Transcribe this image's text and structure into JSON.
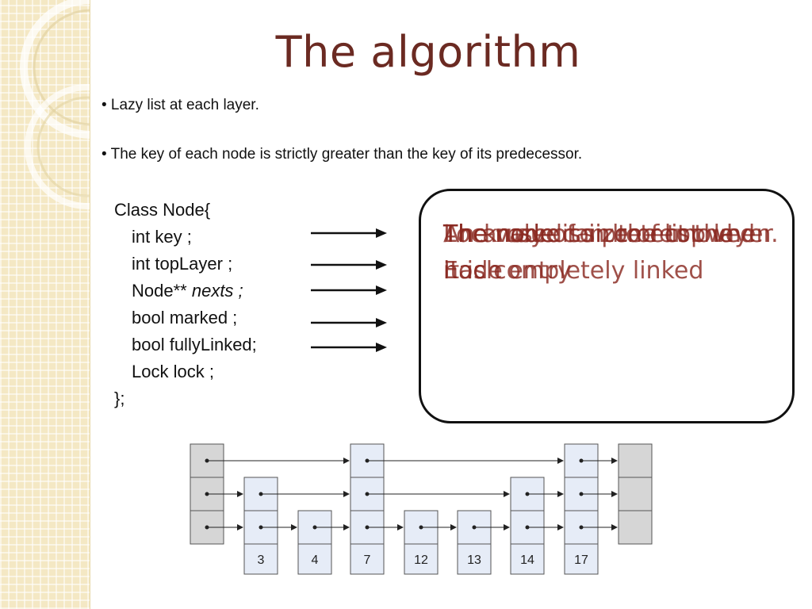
{
  "slide": {
    "title": "The algorithm",
    "bullets": [
      "• Lazy list at each layer.",
      "• The key of each node is strictly greater than the key of its predecessor."
    ]
  },
  "code": {
    "lines": [
      "Class Node{",
      "int key ;",
      "int topLayer ;",
      "Node** ",
      "bool marked ;",
      "bool fullyLinked;",
      "Lock lock ;",
      "};"
    ],
    "nexts_italic": "nexts ;"
  },
  "callout": {
    "overlapping_texts": [
      "The value",
      "An array of size of top layer. Each entry",
      "Lock used to protect the node",
      "The node is in the list when it is completely linked",
      "The node can be removed"
    ]
  },
  "diagram": {
    "keys": [
      "3",
      "4",
      "7",
      "12",
      "13",
      "14",
      "17"
    ]
  },
  "colors": {
    "title": "#6b2a22",
    "callout_text": "#8b2a22",
    "sentinel_fill": "#d6d6d6",
    "node_fill": "#e6ecf7"
  }
}
